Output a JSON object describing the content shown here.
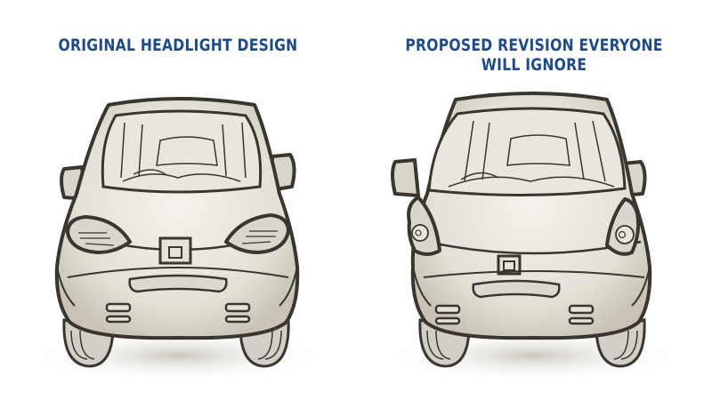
{
  "panels": [
    {
      "caption": "ORIGINAL HEADLIGHT DESIGN",
      "headlight_style": "angular-wrap-slit",
      "car": "front-view-microcar-sketch"
    },
    {
      "caption": "PROPOSED REVISION EVERYONE WILL IGNORE",
      "headlight_style": "round-eye",
      "car": "front-view-microcar-sketch"
    }
  ],
  "colors": {
    "caption": "#1f4b86",
    "outline": "#3a352f",
    "body_fill": "#e7e4da",
    "shadow": "#c9c4b8",
    "tyre": "#cfcbc2"
  }
}
